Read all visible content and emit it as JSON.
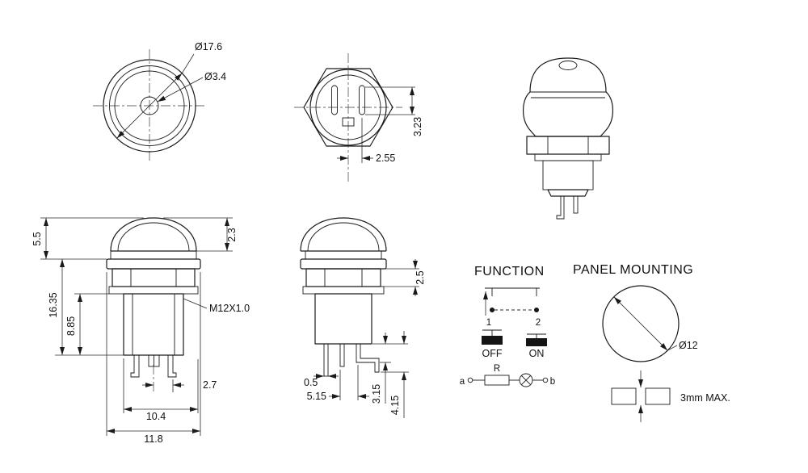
{
  "meta": {
    "colors": {
      "line": "#1a1a1a",
      "background": "#ffffff"
    }
  },
  "front_view": {
    "outer_dia": "Ø17.6",
    "inner_dia": "Ø3.4"
  },
  "rear_view": {
    "terminal_offset": "2.55",
    "terminal_height": "3.23"
  },
  "section_view": {
    "cap_height": "5.5",
    "dome_height": "2.3",
    "body_height": "16.35",
    "thread_length": "8.85",
    "thread_spec": "M12X1.0",
    "pin_offset": "2.7",
    "thread_od": "10.4",
    "flange_od": "11.8"
  },
  "side_view": {
    "nut_height": "2.5",
    "pin_width": "0.5",
    "pin_spacing": "5.15",
    "pin_len_short": "3.15",
    "pin_len_long": "4.15"
  },
  "function_diagram": {
    "title": "FUNCTION",
    "pos_1": "1",
    "pos_2": "2",
    "state_off": "OFF",
    "state_on": "ON",
    "terminal_a": "a",
    "resistor": "R",
    "terminal_b": "b"
  },
  "panel_mounting": {
    "title": "PANEL MOUNTING",
    "hole_dia": "Ø12",
    "max_thickness": "3mm MAX."
  }
}
